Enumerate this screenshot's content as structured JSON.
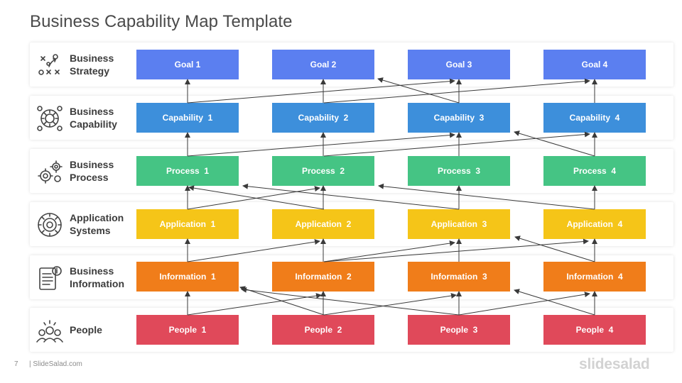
{
  "title": "Business Capability Map Template",
  "rows": [
    {
      "label": "Business\nStrategy",
      "icon": "strategy-play-icon",
      "color": "#5b7ff0",
      "boxes": [
        "Goal 1",
        "Goal 2",
        "Goal 3",
        "Goal 4"
      ]
    },
    {
      "label": "Business\nCapability",
      "icon": "gear-cycle-icon",
      "color": "#3d8fdb",
      "boxes": [
        "Capability  1",
        "Capability  2",
        "Capability  3",
        "Capability  4"
      ]
    },
    {
      "label": "Business\nProcess",
      "icon": "gears-process-icon",
      "color": "#45c484",
      "boxes": [
        "Process  1",
        "Process  2",
        "Process  3",
        "Process  4"
      ]
    },
    {
      "label": "Application\nSystems",
      "icon": "application-gear-icon",
      "color": "#f5c518",
      "boxes": [
        "Application  1",
        "Application  2",
        "Application  3",
        "Application  4"
      ]
    },
    {
      "label": "Business\nInformation",
      "icon": "document-info-icon",
      "color": "#f07d1a",
      "boxes": [
        "Information  1",
        "Information  2",
        "Information  3",
        "Information  4"
      ]
    },
    {
      "label": "People",
      "icon": "people-group-icon",
      "color": "#e0495a",
      "boxes": [
        "People  1",
        "People  2",
        "People  3",
        "People  4"
      ]
    }
  ],
  "footer": {
    "page_number": "7",
    "site": "| SlideSalad.com",
    "brand": "slidesalad"
  }
}
